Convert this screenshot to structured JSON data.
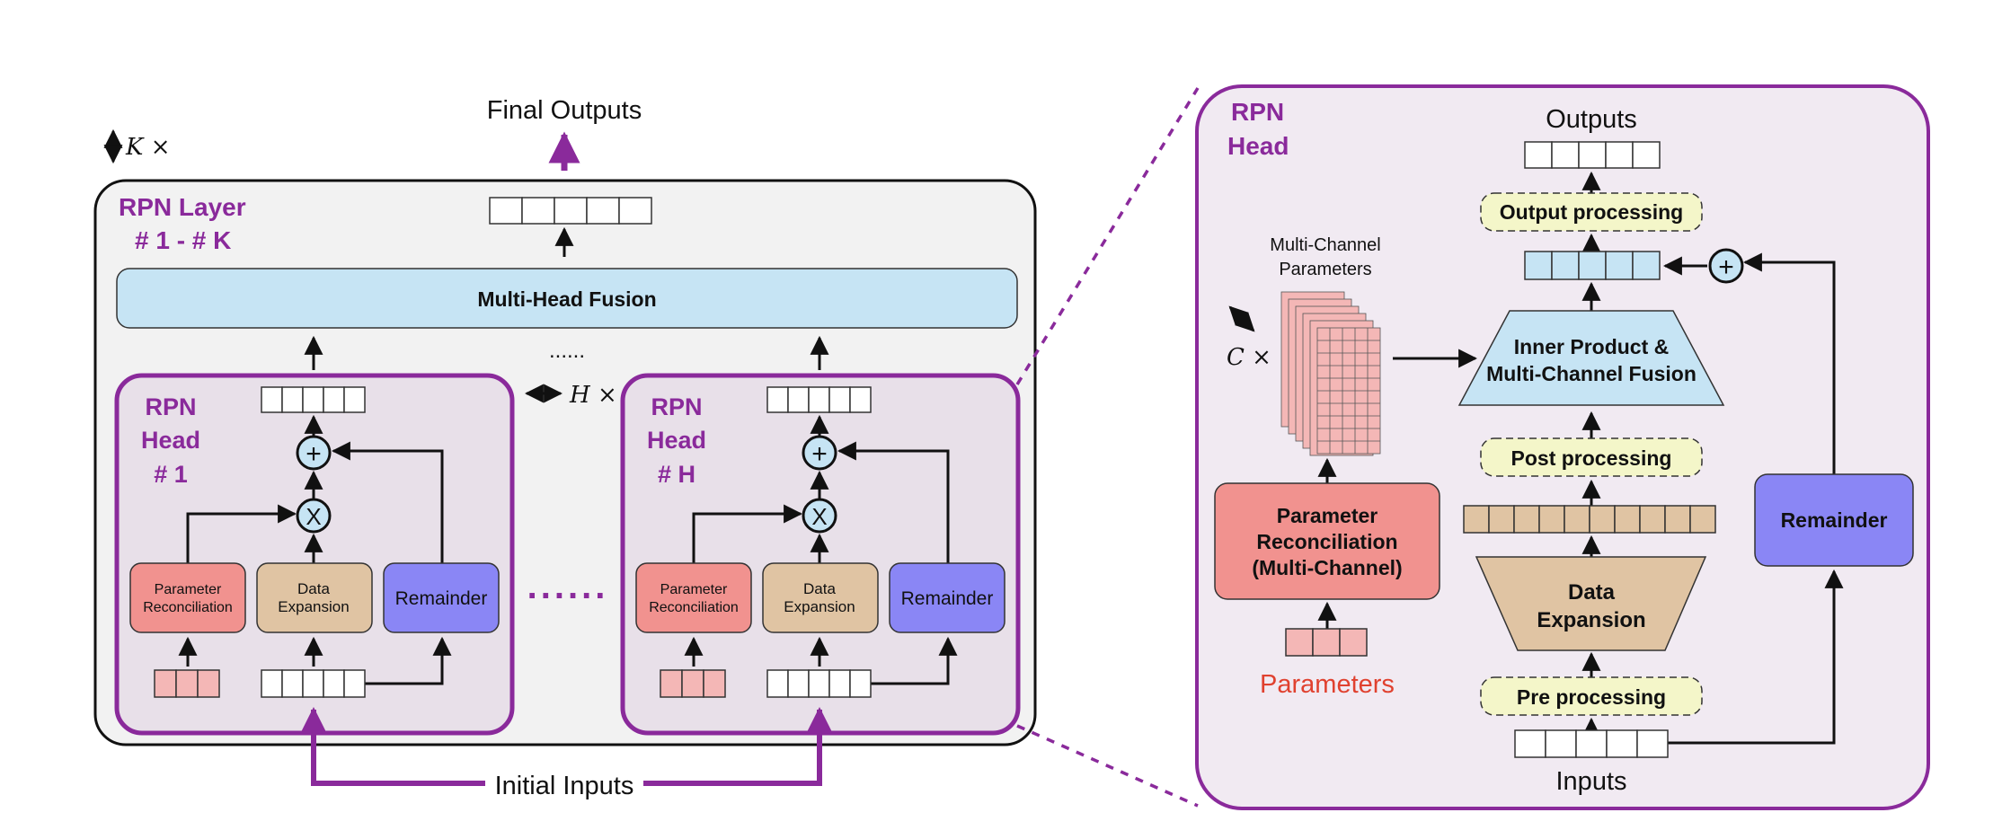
{
  "left": {
    "final_outputs": "Final Outputs",
    "repeat_symbol": "K ×",
    "layer_title_line1": "RPN Layer",
    "layer_title_line2": "# 1 - # K",
    "fusion_label": "Multi-Head Fusion",
    "ellipsis_top": "......",
    "heads_symbol": "H ×",
    "head1": {
      "line1": "RPN",
      "line2": "Head",
      "line3": "# 1"
    },
    "headH": {
      "line1": "RPN",
      "line2": "Head",
      "line3": "# H"
    },
    "param_rec_line1": "Parameter",
    "param_rec_line2": "Reconciliation",
    "data_exp_line1": "Data",
    "data_exp_line2": "Expansion",
    "remainder": "Remainder",
    "plus_symbol": "+",
    "times_symbol": "X",
    "initial_inputs": "Initial Inputs"
  },
  "right": {
    "title_line1": "RPN",
    "title_line2": "Head",
    "outputs": "Outputs",
    "output_processing": "Output processing",
    "multi_channel_line1": "Multi-Channel",
    "multi_channel_line2": "Parameters",
    "channel_symbol": "C ×",
    "fusion_line1": "Inner Product &",
    "fusion_line2": "Multi-Channel Fusion",
    "post_processing": "Post processing",
    "param_rec_line1": "Parameter",
    "param_rec_line2": "Reconciliation",
    "param_rec_line3": "(Multi-Channel)",
    "data_exp_line1": "Data",
    "data_exp_line2": "Expansion",
    "remainder": "Remainder",
    "pre_processing": "Pre processing",
    "parameters": "Parameters",
    "inputs": "Inputs",
    "plus_symbol": "+"
  },
  "colors": {
    "purple": "#8a2a9b",
    "light_blue": "#c6e4f4",
    "pink": "#f1928f",
    "tan": "#e0c4a3",
    "violet": "#8a86f5",
    "yellow": "#f4f6c9",
    "head_bg": "#e8e0e9"
  }
}
